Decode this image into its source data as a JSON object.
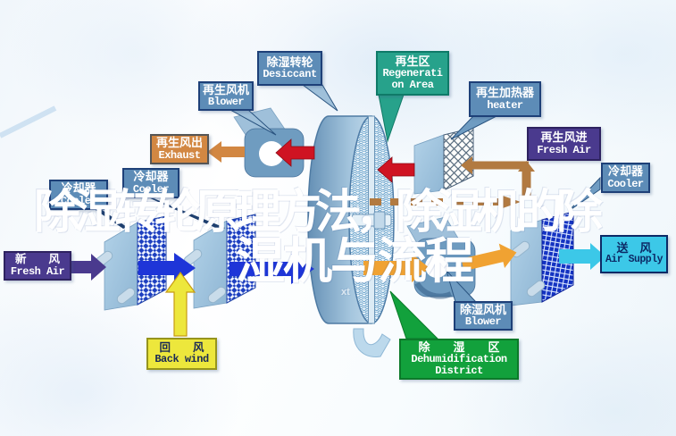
{
  "colors": {
    "labelBlue": "#5d8cb7",
    "labelBorder": "#1e4078",
    "teal": "#27a28b",
    "tealBorder": "#0f7a68",
    "green": "#12a13c",
    "purple": "#4a3a8e",
    "cyan": "#3cc8e8",
    "cyanText": "#0c2a66",
    "yellow": "#ede73c",
    "yellowBorder": "#96941c",
    "orange": "#f0a232",
    "exhaustOrange": "#d28742",
    "red": "#cf1322",
    "tan": "#b27a40",
    "blueArrow": "#1e35d8",
    "wheelBlue": "#7ba3c4"
  },
  "watermark": {
    "line1": "除湿转轮原理方法，除湿机的除",
    "line2": "湿机与流程",
    "small": "xt"
  },
  "labels": {
    "desiccant": {
      "zh": "除湿转轮",
      "en": "Desiccant"
    },
    "regen_blower": {
      "zh": "再生风机",
      "en": "Blower"
    },
    "exhaust": {
      "zh": "再生风出",
      "en": "Exhaust"
    },
    "cooler1": {
      "zh": "冷却器",
      "en": "Cooler"
    },
    "cooler2": {
      "zh": "冷却器",
      "en": "Cooler"
    },
    "fresh_air": {
      "zh": "新　　风",
      "en": "Fresh Air"
    },
    "back_wind": {
      "zh": "回　　风",
      "en": "Back wind"
    },
    "regen_area": {
      "zh": "再生区",
      "en_lines": [
        "Regenerati",
        "on Area"
      ]
    },
    "regen_heater": {
      "zh": "再生加热器",
      "en": "heater"
    },
    "regen_air_in": {
      "zh": "再生风进",
      "en": "Fresh Air"
    },
    "cooler3": {
      "zh": "冷却器",
      "en": "Cooler"
    },
    "air_supply": {
      "zh": "送　风",
      "en": "Air Supply"
    },
    "dehumid_blower": {
      "zh": "除湿风机",
      "en": "Blower"
    },
    "dehumid_area": {
      "zh": "除　　湿　　区",
      "en_lines": [
        "Dehumidification",
        "District"
      ]
    }
  }
}
